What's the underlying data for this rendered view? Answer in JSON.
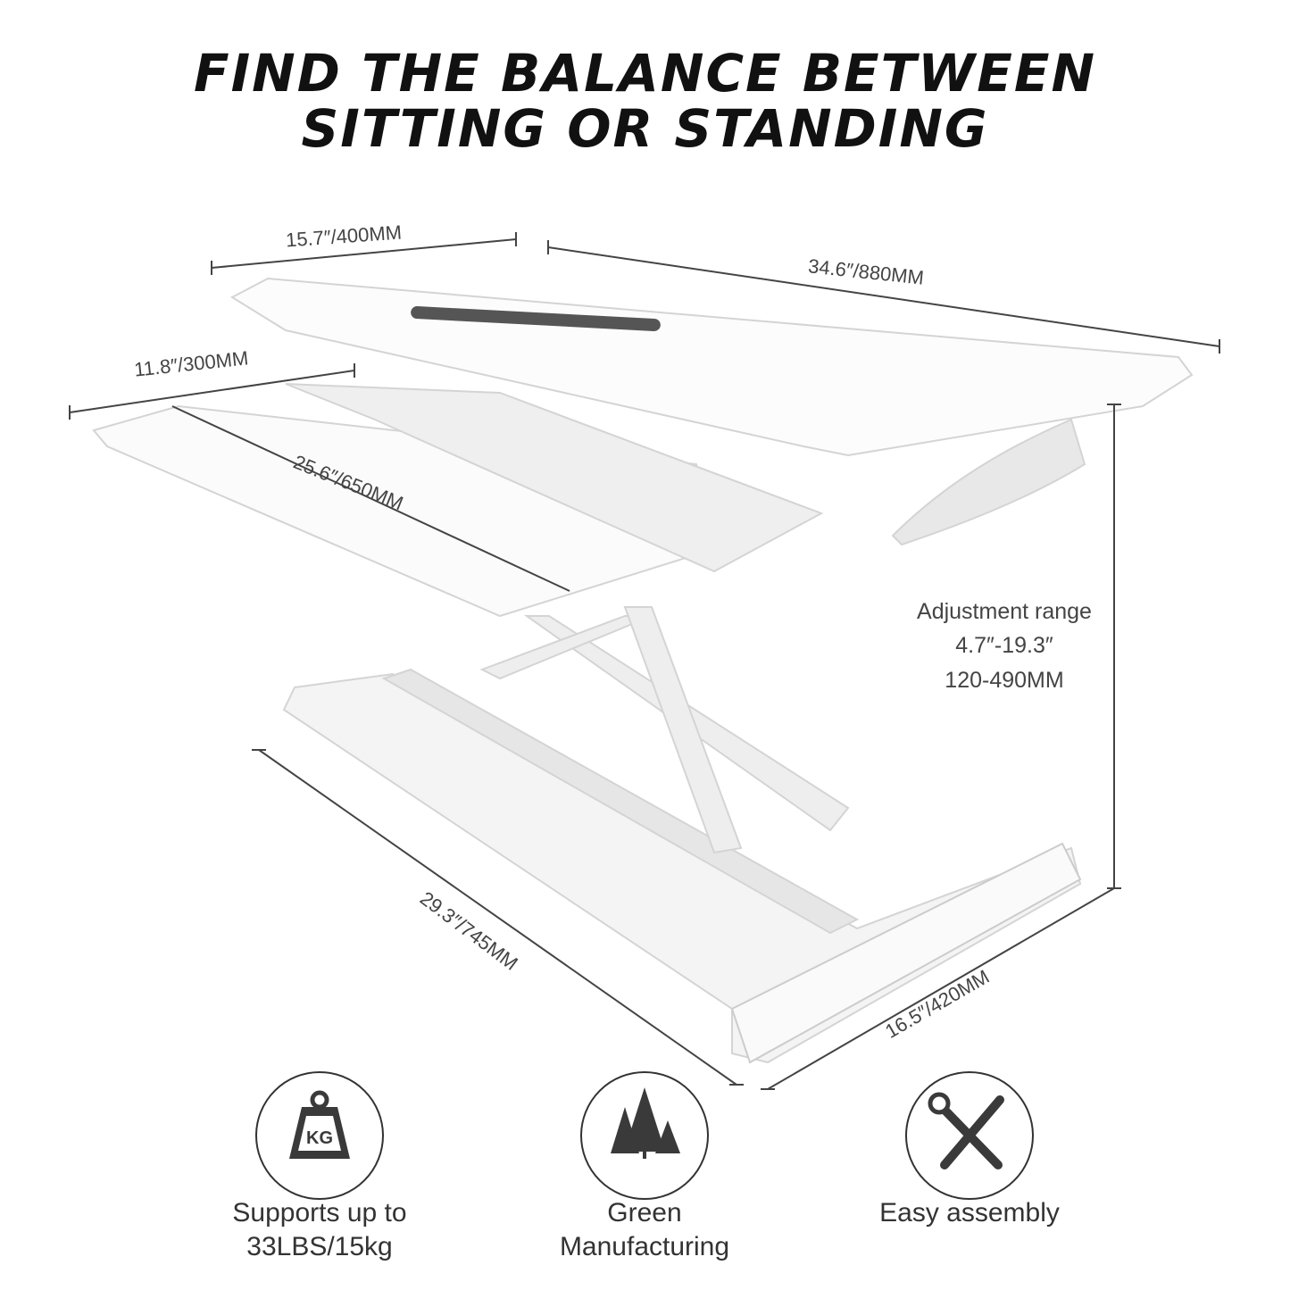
{
  "title": {
    "line1": "FIND THE BALANCE BETWEEN",
    "line2": "SITTING OR STANDING"
  },
  "dimensions": {
    "top_depth": "15.7″/400MM",
    "top_width": "34.6″/880MM",
    "keyboard_depth": "11.8″/300MM",
    "keyboard_width": "25.6″/650MM",
    "base_length": "29.3″/745MM",
    "base_depth": "16.5″/420MM",
    "adjustment": {
      "label": "Adjustment range",
      "inches": "4.7″-19.3″",
      "mm": "120-490MM"
    }
  },
  "features": [
    {
      "icon": "kg-weight-icon",
      "line1": "Supports up to",
      "line2": "33LBS/15kg",
      "icon_text": "KG"
    },
    {
      "icon": "trees-icon",
      "line1": "Green",
      "line2": "Manufacturing"
    },
    {
      "icon": "wrench-screwdriver-icon",
      "line1": "Easy assembly",
      "line2": ""
    }
  ]
}
